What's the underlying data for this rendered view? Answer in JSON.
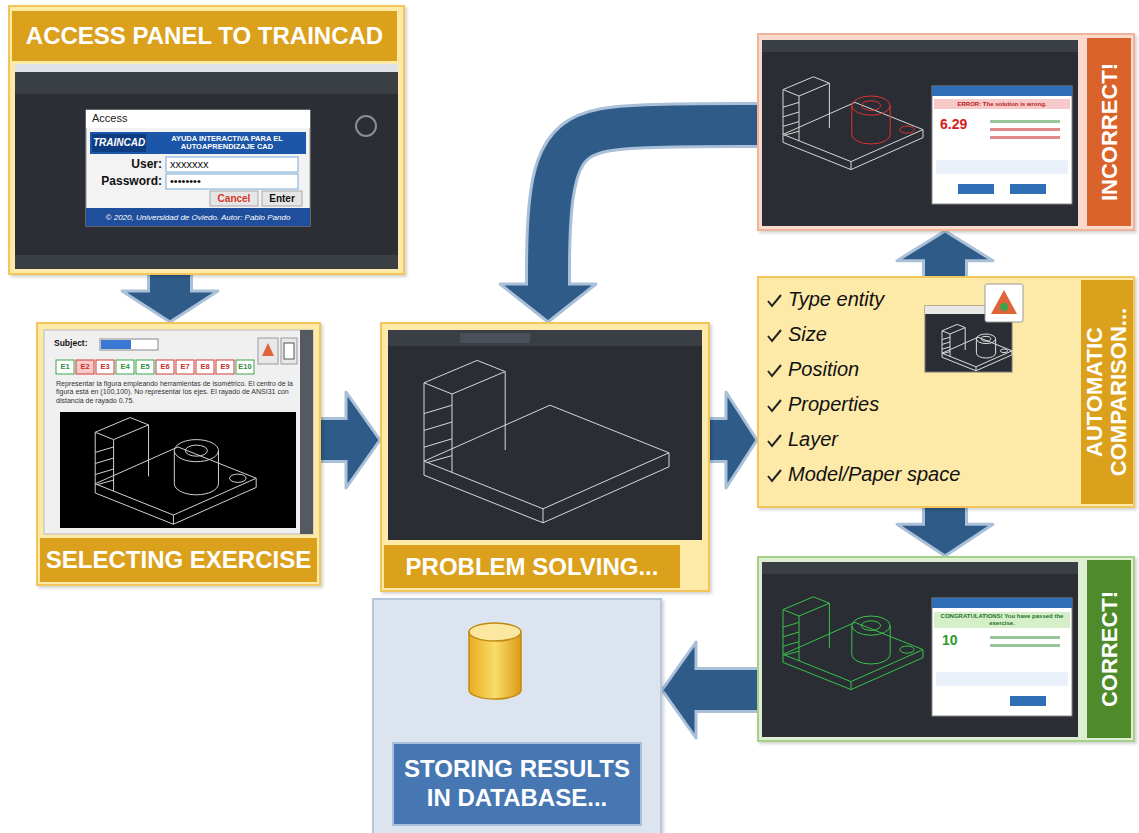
{
  "diagram": {
    "nodes": [
      {
        "text": [
          "ACCESS PANEL TO TRAINCAD"
        ]
      },
      {
        "text": [
          "INCORRECT!"
        ]
      },
      {
        "text": [
          "SELECTING EXERCISE"
        ]
      },
      {
        "text": [
          "PROBLEM SOLVING..."
        ]
      },
      {
        "text": [
          "Type entity",
          "Size",
          "Position",
          "Properties",
          "Layer",
          "Model/Paper space",
          "AUTOMATIC COMPARISON..."
        ]
      },
      {
        "text": [
          "CORRECT!"
        ]
      },
      {
        "text": [
          "STORING RESULTS IN DATABASE..."
        ]
      }
    ],
    "edges": [
      {
        "from": 0,
        "to": 2,
        "arrow": "to"
      },
      {
        "from": 2,
        "to": 3,
        "arrow": "to"
      },
      {
        "from": 3,
        "to": 4,
        "arrow": "to"
      },
      {
        "from": 4,
        "to": 1,
        "arrow": "to"
      },
      {
        "from": 1,
        "to": 3,
        "arrow": "to"
      },
      {
        "from": 4,
        "to": 5,
        "arrow": "to"
      },
      {
        "from": 5,
        "to": 6,
        "arrow": "to"
      }
    ],
    "labels": [
      "Access",
      "TRAINCAD",
      "AYUDA INTERACTIVA PARA EL AUTOAPRENDIZAJE CAD",
      "User:",
      "xxxxxxx",
      "Password:",
      "••••••••",
      "Cancel",
      "Enter",
      "© 2020, Universidad de Oviedo. Autor: Pablo Pando",
      "ERROR: The solution is wrong.",
      "6.29",
      "Subject:",
      "E1",
      "E2",
      "E3",
      "E4",
      "E5",
      "E6",
      "E7",
      "E8",
      "E9",
      "E10",
      "Representar la figura empleando herramientas de isométrico. El centro de la figura está en (100,100). No representar los ejes. El rayado de ANSI31 con distancia de rayado 0.75.",
      "CONGRATULATIONS! You have passed the exercise.",
      "10"
    ]
  }
}
